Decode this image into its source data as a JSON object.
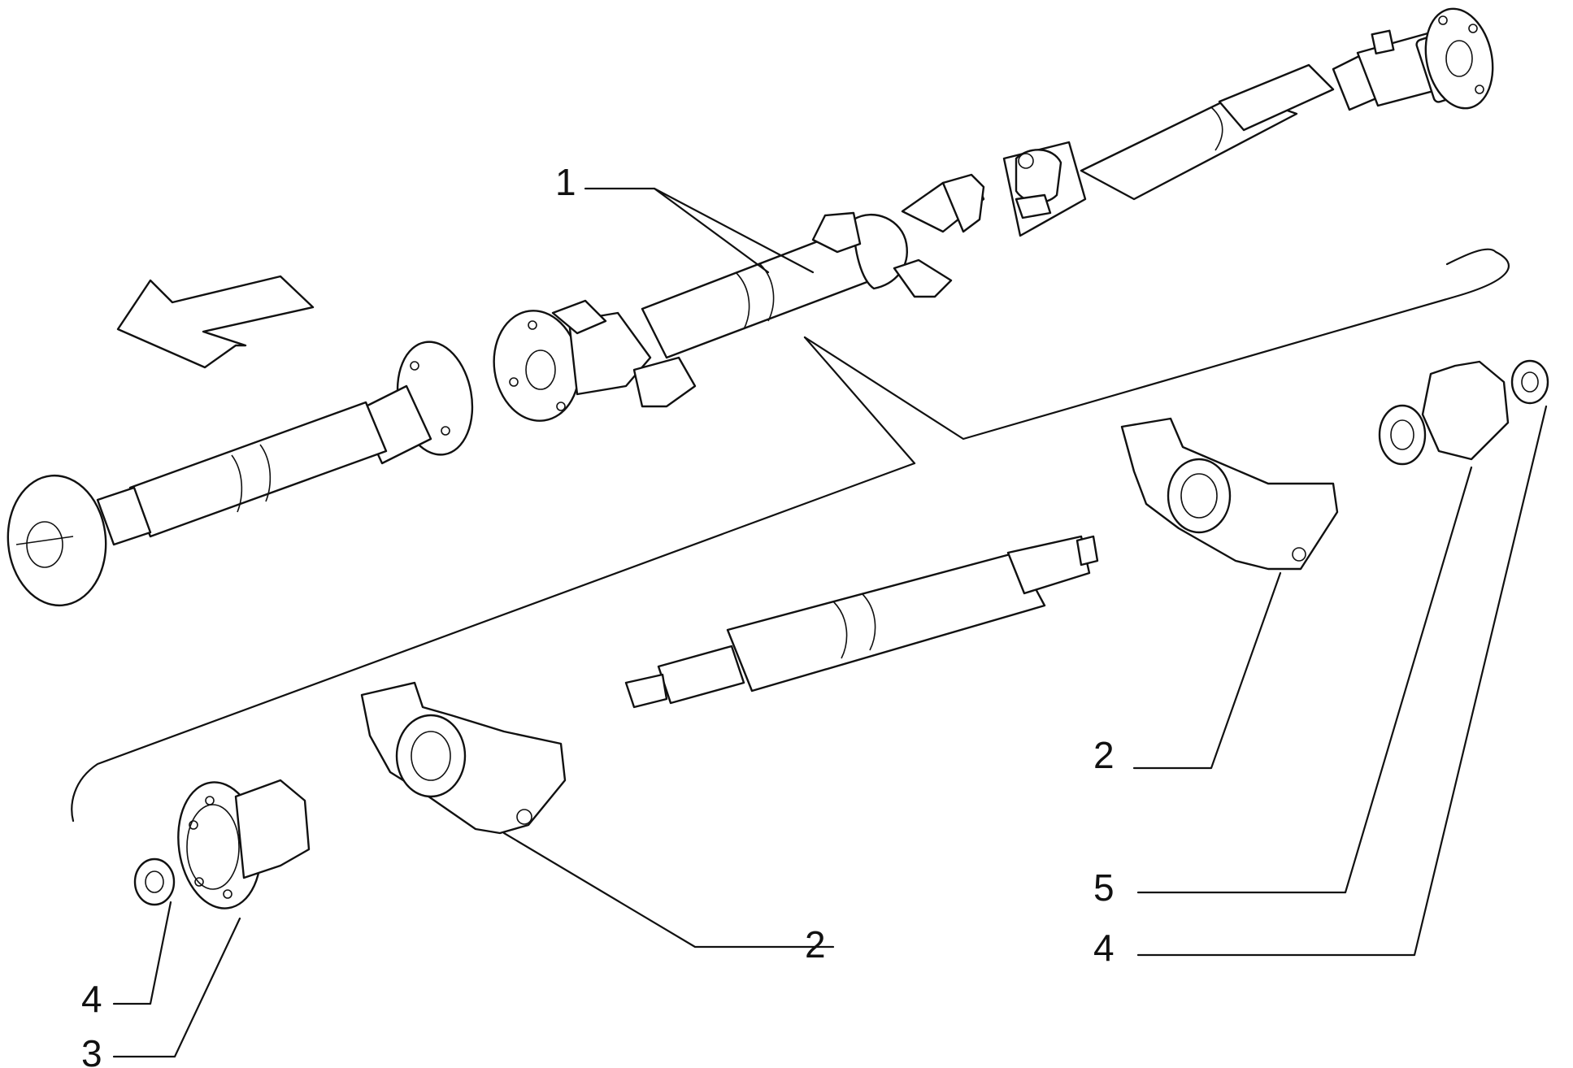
{
  "callouts": {
    "c1": "1",
    "c2_left": "2",
    "c2_right": "2",
    "c3": "3",
    "c4_left": "4",
    "c4_right": "4",
    "c5": "5"
  }
}
